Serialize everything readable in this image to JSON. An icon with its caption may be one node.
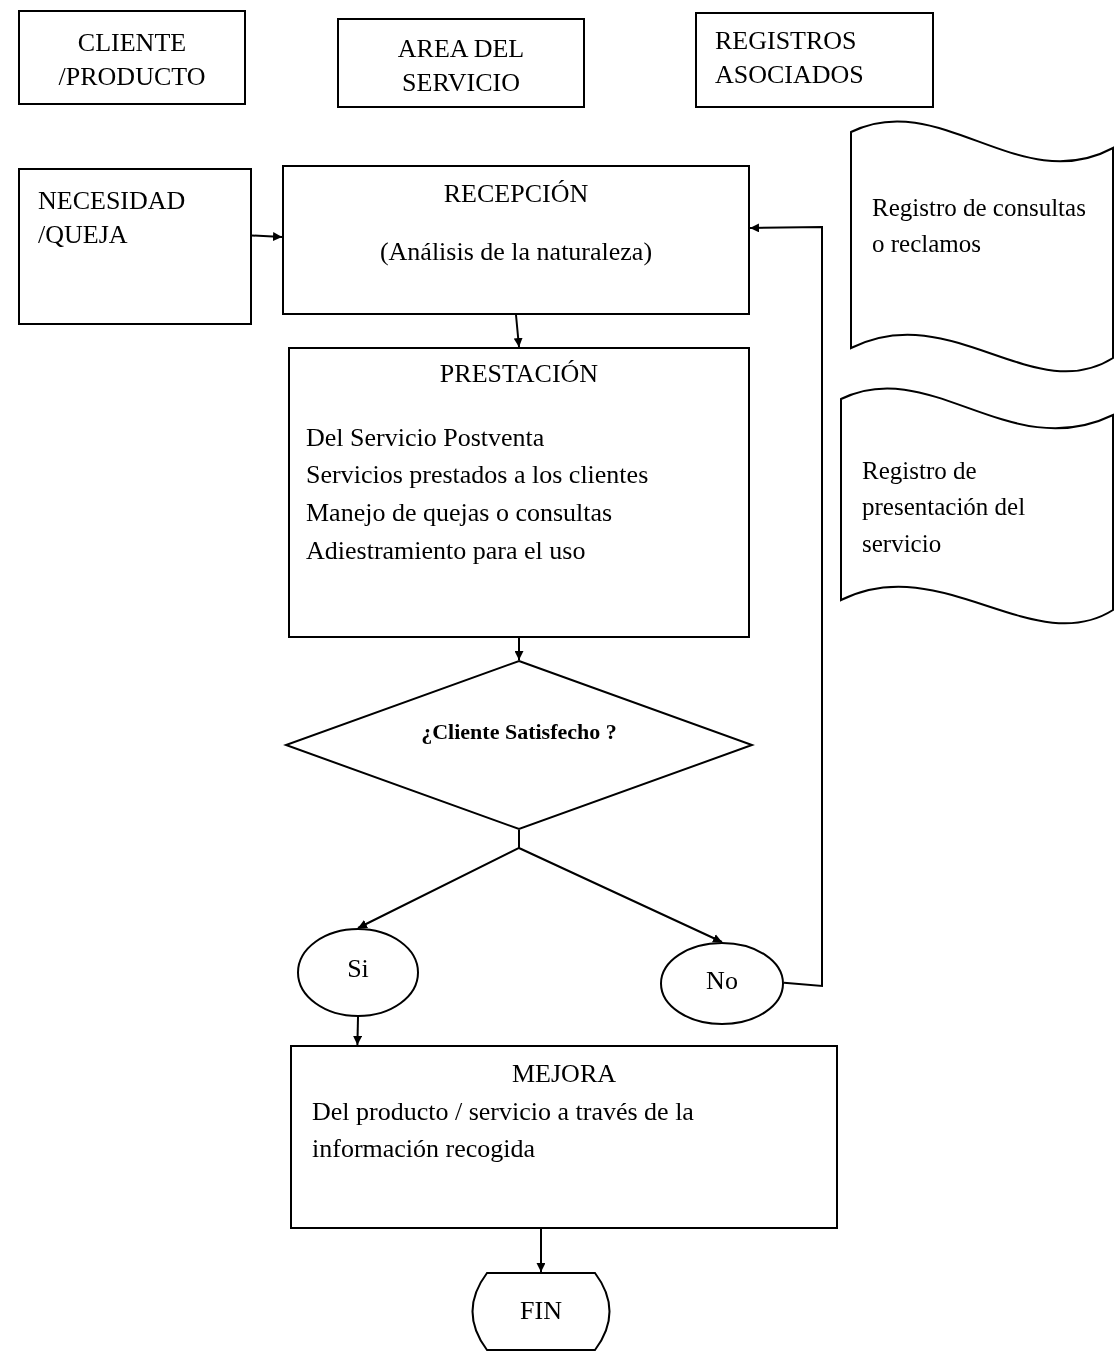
{
  "diagram": {
    "nodes": [
      {
        "text": [
          "CLIENTE /PRODUCTO"
        ]
      },
      {
        "text": [
          "AREA DEL SERVICIO"
        ]
      },
      {
        "text": [
          "REGISTROS ASOCIADOS"
        ]
      },
      {
        "text": [
          "NECESIDAD /QUEJA"
        ]
      },
      {
        "text": [
          "RECEPCIÓN",
          "(Análisis de la naturaleza)"
        ]
      },
      {
        "text": [
          "Registro de consultas o reclamos"
        ]
      },
      {
        "text": [
          "PRESTACIÓN",
          "Del Servicio Postventa",
          "Servicios prestados a los clientes",
          "Manejo de quejas o consultas",
          "Adiestramiento para el uso"
        ]
      },
      {
        "text": [
          "Registro de presentación del servicio"
        ]
      },
      {
        "text": [
          "¿Cliente Satisfecho ?"
        ]
      },
      {
        "text": [
          "Si"
        ]
      },
      {
        "text": [
          "No"
        ]
      },
      {
        "text": [
          "MEJORA",
          "Del producto / servicio a través de la información recogida"
        ]
      },
      {
        "text": [
          "FIN"
        ]
      }
    ],
    "edges": [
      {
        "from": 3,
        "to": 4,
        "arrow": "to"
      },
      {
        "from": 4,
        "to": 6,
        "arrow": "to"
      },
      {
        "from": 6,
        "to": 8,
        "arrow": "to"
      },
      {
        "from": 8,
        "to": 9,
        "arrow": "to"
      },
      {
        "from": 8,
        "to": 10,
        "arrow": "to"
      },
      {
        "from": 10,
        "to": 4,
        "arrow": "to"
      },
      {
        "from": 9,
        "to": 11,
        "arrow": "to"
      },
      {
        "from": 11,
        "to": 12,
        "arrow": "to"
      }
    ]
  }
}
